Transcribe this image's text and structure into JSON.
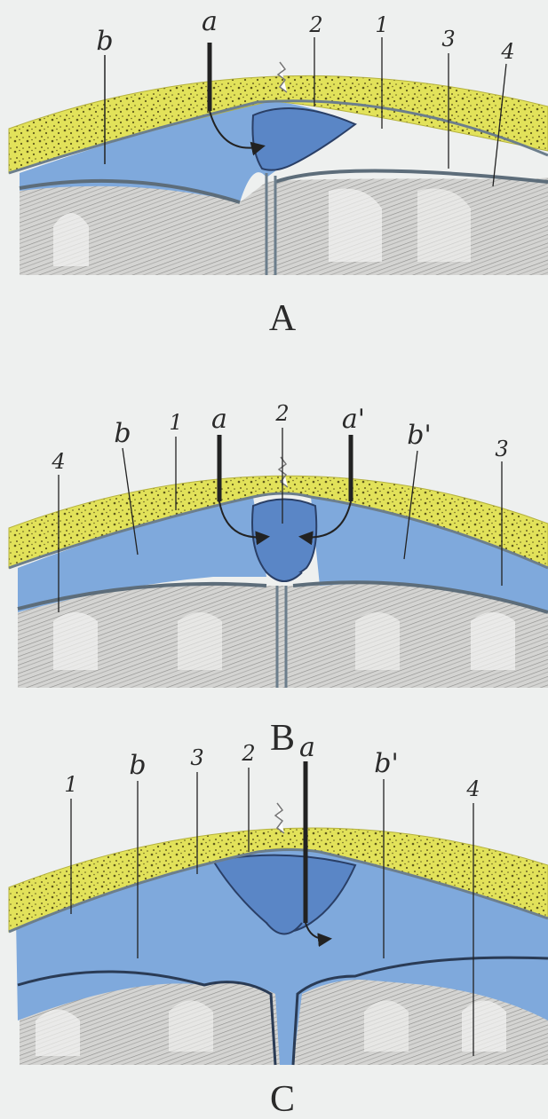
{
  "colors": {
    "background": "#eef0ef",
    "bone": "#e2e25a",
    "bone_speckle": "#5f5a1c",
    "space": "#7fa9dc",
    "space_dark": "#5a86c6",
    "membrane": "#6c7e8c",
    "brain": "#d4d4d2",
    "hatch": "#8f8f8d",
    "line": "#222222"
  },
  "panels": [
    {
      "id": "A",
      "title": "A",
      "labels": {
        "b": "b",
        "a": "a",
        "n2": "2",
        "n1": "1",
        "n3": "3",
        "n4": "4"
      }
    },
    {
      "id": "B",
      "title": "B",
      "labels": {
        "n4": "4",
        "b": "b",
        "n1": "1",
        "a": "a",
        "n2": "2",
        "a_prime": "a'",
        "b_prime": "b'",
        "n3": "3"
      }
    },
    {
      "id": "C",
      "title": "C",
      "labels": {
        "n1": "1",
        "b": "b",
        "n3": "3",
        "n2": "2",
        "a": "a",
        "b_prime": "b'",
        "n4": "4"
      }
    }
  ]
}
